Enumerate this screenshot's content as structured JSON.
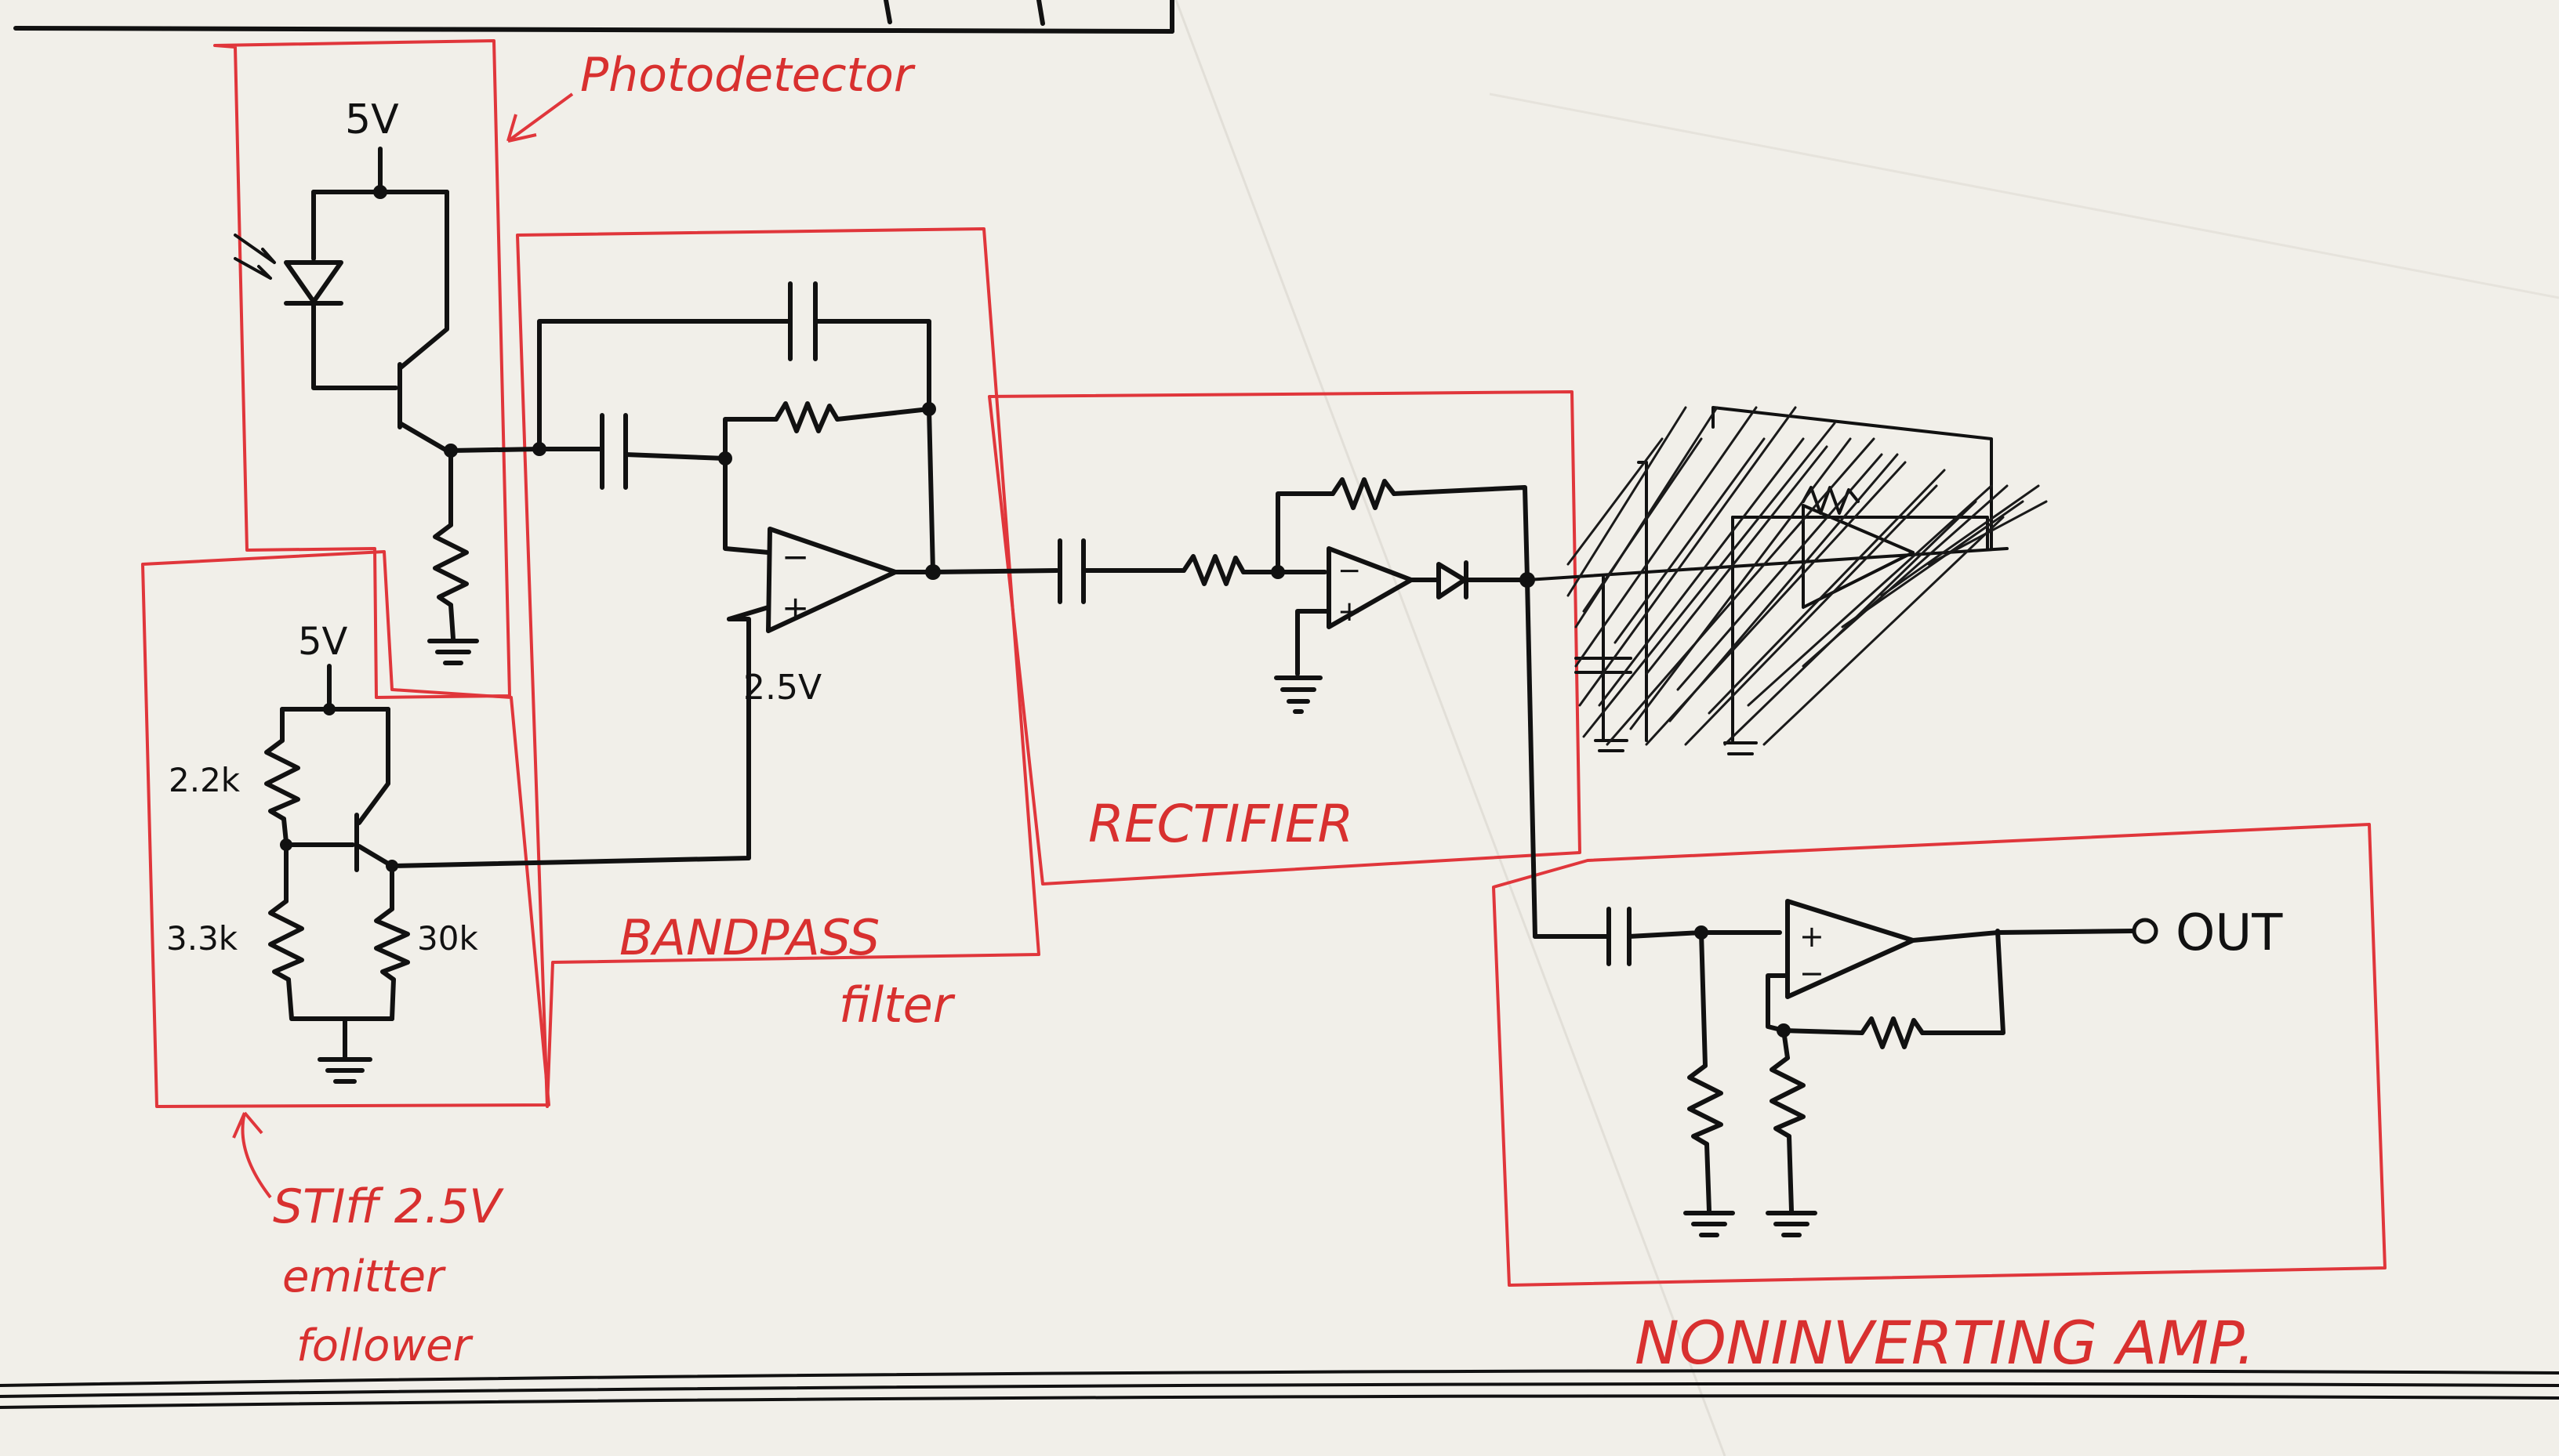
{
  "diagram": {
    "labels": {
      "photodetector": "Photodetector",
      "bandpass_line1": "BANDPASS",
      "bandpass_line2": "filter",
      "rectifier": "RECTIFIER",
      "noninverting_amp": "NONINVERTING AMP.",
      "stiff_line1": "STIff 2.5V",
      "stiff_line2": "emitter",
      "stiff_line3": "follower"
    },
    "components": {
      "supply_photodetector": "5V",
      "supply_emitter_follower": "5V",
      "r_top": "2.2k",
      "r_bottom": "3.3k",
      "r_emitter": "30k",
      "bias": "2.5V",
      "output": "OUT"
    },
    "opamp_signs": {
      "minus": "−",
      "plus": "+"
    },
    "colors": {
      "paper": "#f1efe9",
      "ink": "#111111",
      "section_outline": "#e0363b"
    }
  }
}
